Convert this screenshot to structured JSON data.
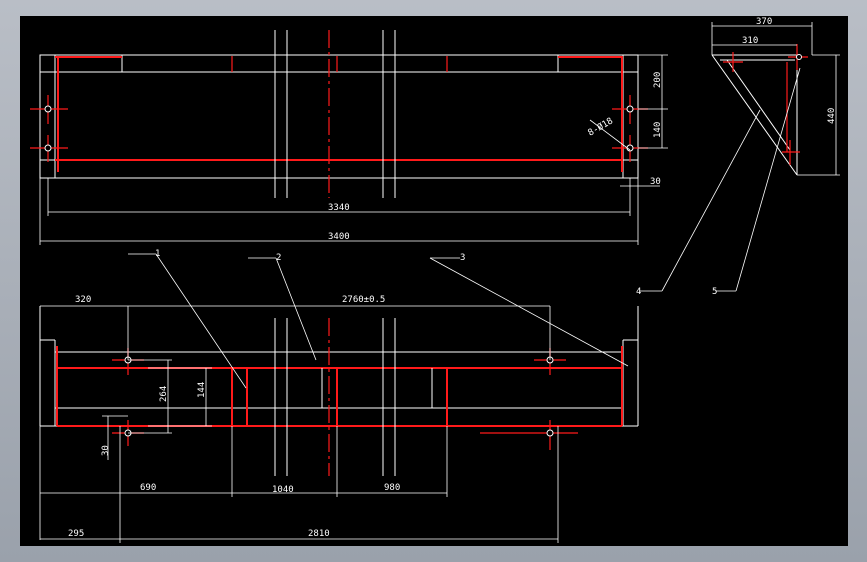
{
  "drawing": {
    "top_view": {
      "dims": {
        "d3340": "3340",
        "d3400": "3400",
        "d200": "200",
        "d140": "140",
        "d30": "30",
        "holes": "8-Ø18"
      }
    },
    "side_view": {
      "dims": {
        "d370": "370",
        "d310": "310",
        "d440": "440"
      }
    },
    "front_view": {
      "dims": {
        "d320": "320",
        "d2760": "2760±0.5",
        "d264": "264",
        "d144": "144",
        "d30": "30",
        "d690": "690",
        "d1040": "1040",
        "d980": "980",
        "d295": "295",
        "d2810": "2810"
      }
    },
    "callouts": [
      "1",
      "2",
      "3",
      "4",
      "5"
    ]
  }
}
